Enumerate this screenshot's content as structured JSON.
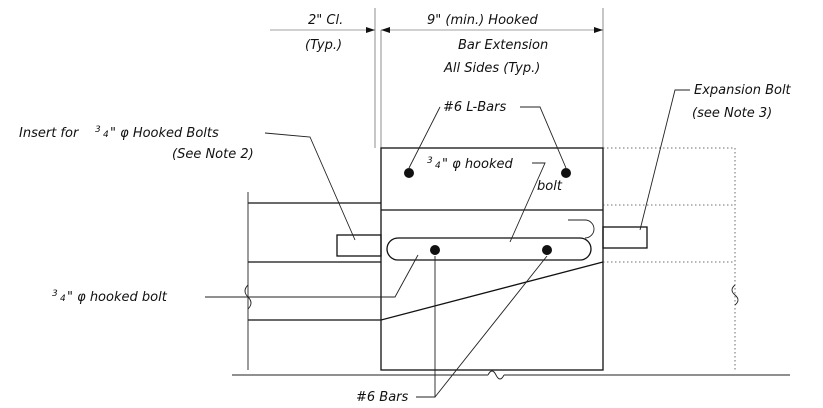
{
  "labels": {
    "clearance_line1": "2\" Cl.",
    "clearance_line2": "(Typ.)",
    "extension_line1": "9\" (min.) Hooked",
    "extension_line2": "Bar Extension",
    "extension_line3": "All Sides (Typ.)",
    "l_bars": "#6 L-Bars",
    "insert_main": "Insert for",
    "insert_frac_num": "3",
    "insert_frac_den": "4",
    "insert_rest": "\" φ Hooked Bolts",
    "insert_note": "(See Note 2)",
    "hooked_bolt_frac_num": "3",
    "hooked_bolt_frac_den": "4",
    "hooked_bolt_rest": "\" φ hooked",
    "hooked_bolt_line2": "bolt",
    "expansion_line1": "Expansion Bolt",
    "expansion_line2": "(see Note 3)",
    "left_bolt_frac_num": "3",
    "left_bolt_frac_den": "4",
    "left_bolt_rest": "\" φ hooked bolt",
    "bars_bottom": "#6 Bars"
  }
}
